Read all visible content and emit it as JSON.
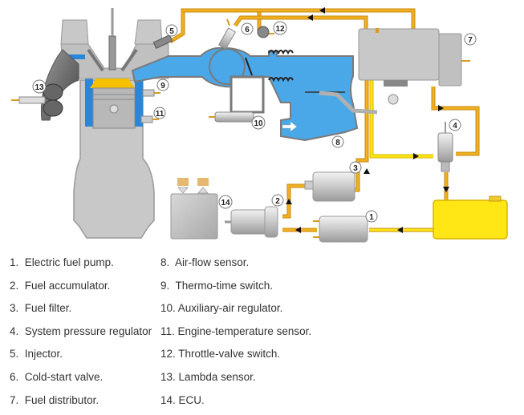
{
  "title": "Fuel injection system components",
  "colors": {
    "fuel_line": "#f0b020",
    "fuel_line_edge": "#c88a10",
    "supply_line": "#f7d520",
    "air_blue": "#4aa8e8",
    "air_blue_edge": "#7a7a7a",
    "metal_grey": "#c8c8c8",
    "tank_yellow": "#ffe614",
    "piston_top": "#f5c000"
  },
  "callouts": [
    "1",
    "2",
    "3",
    "4",
    "5",
    "6",
    "7",
    "8",
    "9",
    "10",
    "11",
    "12",
    "13",
    "14"
  ],
  "legend": {
    "left": [
      {
        "num": "1.",
        "label": "Electric fuel pump."
      },
      {
        "num": "2.",
        "label": "Fuel accumulator."
      },
      {
        "num": "3.",
        "label": "Fuel filter."
      },
      {
        "num": "4.",
        "label": "System pressure regulator"
      },
      {
        "num": "5.",
        "label": "Injector."
      },
      {
        "num": "6.",
        "label": "Cold-start valve."
      },
      {
        "num": "7.",
        "label": "Fuel distributor."
      }
    ],
    "right": [
      {
        "num": "8.",
        "label": "Air-flow sensor."
      },
      {
        "num": "9.",
        "label": "Thermo-time switch."
      },
      {
        "num": "10.",
        "label": "Auxiliary-air regulator."
      },
      {
        "num": "11.",
        "label": "Engine-temperature sensor."
      },
      {
        "num": "12.",
        "label": "Throttle-valve switch."
      },
      {
        "num": "13.",
        "label": "Lambda sensor."
      },
      {
        "num": "14.",
        "label": "ECU."
      }
    ]
  }
}
